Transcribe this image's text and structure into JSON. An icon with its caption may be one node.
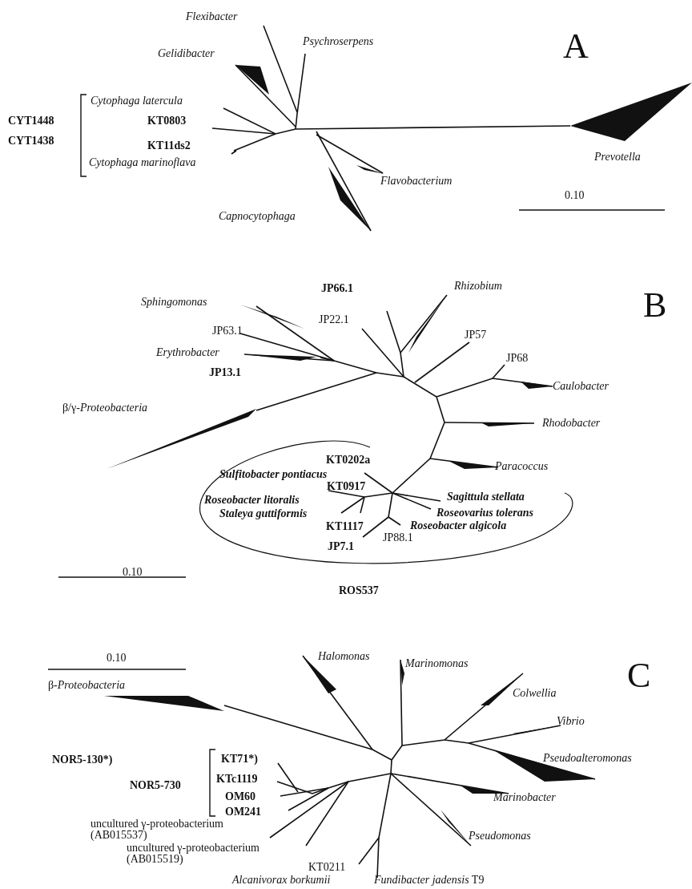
{
  "diagram": {
    "labels": [
      "A",
      "Flexibacter",
      "Psychroserpens",
      "Gelidibacter",
      "Cytophaga latercula",
      "CYT1448",
      "KT0803",
      "CYT1438",
      "KT11ds2",
      "Cytophaga marinoflava",
      "Prevotella",
      "Flavobacterium",
      "0.10",
      "Capnocytophaga",
      "JP66.1",
      "Rhizobium",
      "B",
      "Sphingomonas",
      "JP22.1",
      "JP63.1",
      "JP57",
      "JP68",
      "Erythrobacter",
      "JP13.1",
      "Caulobacter",
      "β/γ-*Proteobacteria*",
      "Rhodobacter",
      "KT0202a",
      "Paracoccus",
      "Sulfitobacter pontiacus",
      "KT0917",
      "Roseobacter litoralis",
      "Sagittula stellata",
      "Staleya guttiformis",
      "Roseovarius tolerans",
      "KT1117",
      "Roseobacter algicola",
      "JP88.1",
      "JP7.1",
      "0.10",
      "ROS537",
      "0.10",
      "Halomonas",
      "Marinomonas",
      "C",
      "Colwellia",
      "β-*Proteobacteria*",
      "Vibrio",
      "NOR5-130*)",
      "KT71*)",
      "Pseudoalteromonas",
      "KTc1119",
      "NOR5-730",
      "OM60",
      "Marinobacter",
      "OM241",
      "uncultured γ-proteobacterium (AB015537)",
      "Pseudomonas",
      "uncultured γ-proteobacterium (AB015519)",
      "KT0211",
      "Alcanivorax borkumii",
      "*Fundibacter jadensis*  T9"
    ]
  }
}
